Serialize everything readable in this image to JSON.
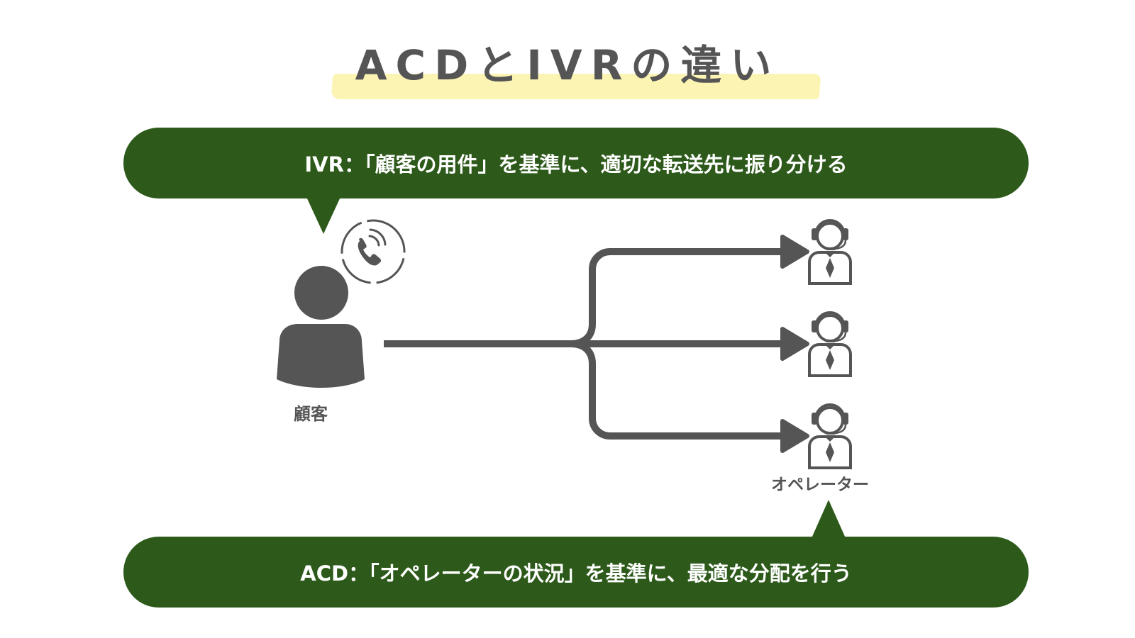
{
  "title": "ACDとIVRの違い",
  "colors": {
    "bubble": "#2d5a1b",
    "icon": "#555555",
    "highlight": "#fbf4b3",
    "text_light": "#ffffff"
  },
  "ivr_bubble": {
    "text": "IVR：「顧客の用件」を基準に、適切な転送先に振り分ける"
  },
  "acd_bubble": {
    "text": "ACD：「オペレーターの状況」を基準に、最適な分配を行う"
  },
  "customer": {
    "label": "顧客",
    "icon": "person-icon",
    "phone_icon": "phone-call-icon"
  },
  "operators": {
    "label": "オペレーター",
    "icon": "operator-headset-icon",
    "count": 3
  }
}
